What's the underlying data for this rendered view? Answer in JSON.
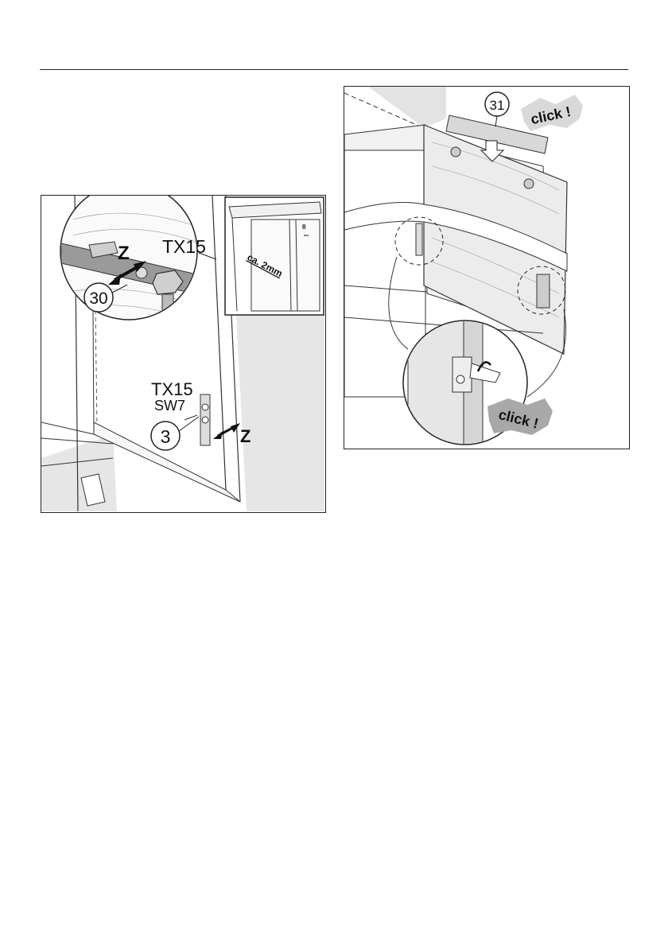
{
  "figure_left": {
    "detail_tool_label": "TX15",
    "adjust_label": "Z",
    "callout_30": "30",
    "gap_label": "ca. 2mm",
    "gap_mark": "II",
    "tool_torx": "TX15",
    "tool_spanner": "SW7",
    "callout_3": "3",
    "adjust_label_lower": "Z"
  },
  "figure_right": {
    "callout_31": "31",
    "click_top": "click !",
    "click_bottom": "click !"
  }
}
